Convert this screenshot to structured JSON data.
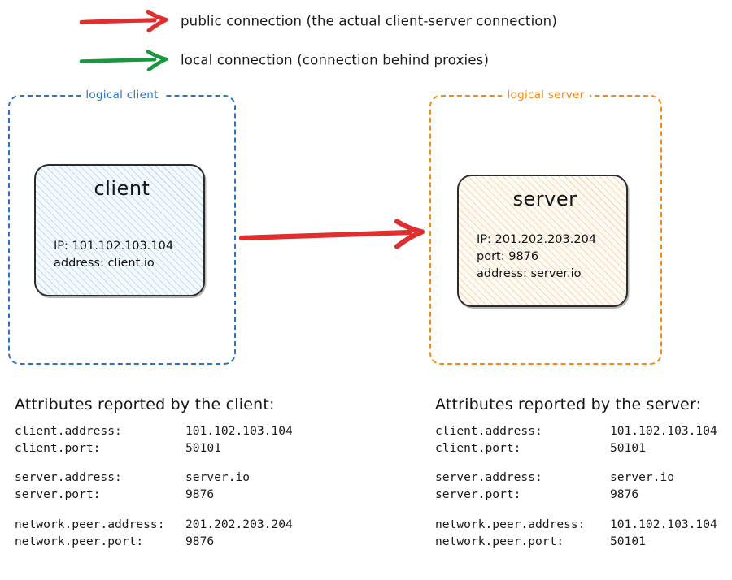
{
  "legend": {
    "items": [
      {
        "icon": "red-arrow-icon",
        "color": "#e02d2d",
        "label": "public connection (the actual client-server connection)"
      },
      {
        "icon": "green-arrow-icon",
        "color": "#1a9641",
        "label": "local connection (connection behind proxies)"
      }
    ]
  },
  "diagram": {
    "client_container": {
      "title": "logical client",
      "color": "#2d72c4"
    },
    "server_container": {
      "title": "logical server",
      "color": "#f28c11"
    },
    "client_node": {
      "title": "client",
      "props": [
        "IP: 101.102.103.104",
        "address: client.io"
      ]
    },
    "server_node": {
      "title": "server",
      "props": [
        "IP: 201.202.203.204",
        "port: 9876",
        "address: server.io"
      ]
    },
    "main_arrow": {
      "icon": "red-arrow-icon",
      "color": "#e02d2d"
    }
  },
  "client_attributes": {
    "heading": "Attributes reported by the client:",
    "groups": [
      [
        {
          "key": "client.address:",
          "value": "101.102.103.104"
        },
        {
          "key": "client.port:",
          "value": "50101"
        }
      ],
      [
        {
          "key": "server.address:",
          "value": "server.io"
        },
        {
          "key": "server.port:",
          "value": "9876"
        }
      ],
      [
        {
          "key": "network.peer.address:",
          "value": "201.202.203.204"
        },
        {
          "key": "network.peer.port:",
          "value": "9876"
        }
      ]
    ]
  },
  "server_attributes": {
    "heading": "Attributes reported by the server:",
    "groups": [
      [
        {
          "key": "client.address:",
          "value": "101.102.103.104"
        },
        {
          "key": "client.port:",
          "value": "50101"
        }
      ],
      [
        {
          "key": "server.address:",
          "value": "server.io"
        },
        {
          "key": "server.port:",
          "value": "9876"
        }
      ],
      [
        {
          "key": "network.peer.address:",
          "value": "101.102.103.104"
        },
        {
          "key": "network.peer.port:",
          "value": "50101"
        }
      ]
    ]
  }
}
